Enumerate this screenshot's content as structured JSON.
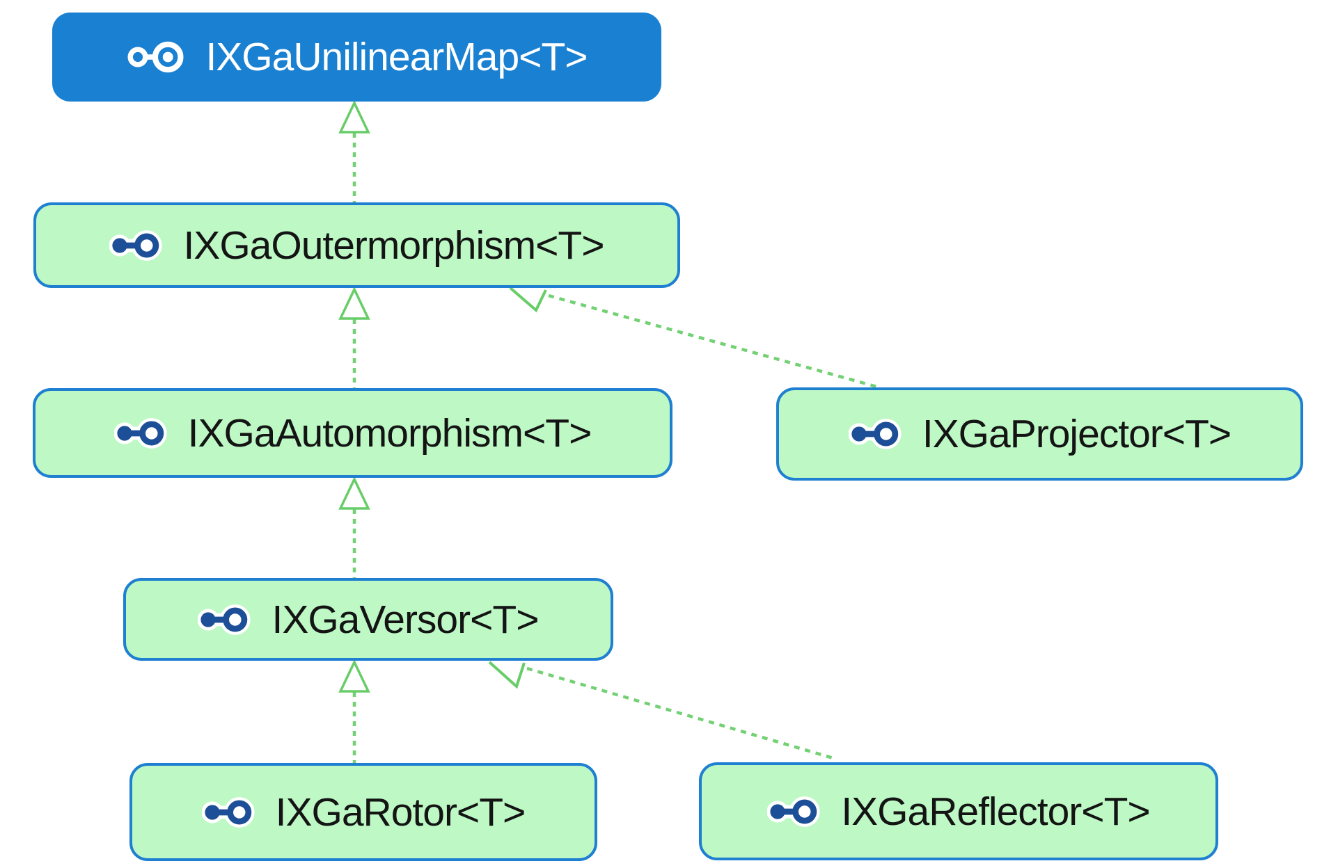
{
  "diagram": {
    "type": "uml-interface-inheritance",
    "nodes": {
      "unilinear": {
        "label": "IXGaUnilinearMap<T>",
        "kind": "interface",
        "style": "root-blue",
        "icon": "interface-lollipop-icon"
      },
      "outermorphism": {
        "label": "IXGaOutermorphism<T>",
        "kind": "interface",
        "style": "green",
        "icon": "interface-lollipop-icon"
      },
      "automorphism": {
        "label": "IXGaAutomorphism<T>",
        "kind": "interface",
        "style": "green",
        "icon": "interface-lollipop-icon"
      },
      "projector": {
        "label": "IXGaProjector<T>",
        "kind": "interface",
        "style": "green",
        "icon": "interface-lollipop-icon"
      },
      "versor": {
        "label": "IXGaVersor<T>",
        "kind": "interface",
        "style": "green",
        "icon": "interface-lollipop-icon"
      },
      "rotor": {
        "label": "IXGaRotor<T>",
        "kind": "interface",
        "style": "green",
        "icon": "interface-lollipop-icon"
      },
      "reflector": {
        "label": "IXGaReflector<T>",
        "kind": "interface",
        "style": "green",
        "icon": "interface-lollipop-icon"
      }
    },
    "edges": [
      {
        "from": "IXGaOutermorphism<T>",
        "to": "IXGaUnilinearMap<T>",
        "relation": "inherits",
        "line": "green-dashed",
        "arrowhead": "hollow-triangle"
      },
      {
        "from": "IXGaAutomorphism<T>",
        "to": "IXGaOutermorphism<T>",
        "relation": "inherits",
        "line": "green-dashed",
        "arrowhead": "hollow-triangle"
      },
      {
        "from": "IXGaProjector<T>",
        "to": "IXGaOutermorphism<T>",
        "relation": "inherits",
        "line": "green-dashed",
        "arrowhead": "open-v"
      },
      {
        "from": "IXGaVersor<T>",
        "to": "IXGaAutomorphism<T>",
        "relation": "inherits",
        "line": "green-dashed",
        "arrowhead": "hollow-triangle"
      },
      {
        "from": "IXGaRotor<T>",
        "to": "IXGaVersor<T>",
        "relation": "inherits",
        "line": "green-dashed",
        "arrowhead": "hollow-triangle"
      },
      {
        "from": "IXGaReflector<T>",
        "to": "IXGaVersor<T>",
        "relation": "inherits",
        "line": "green-dashed",
        "arrowhead": "open-v"
      }
    ],
    "colors": {
      "root_node_fill": "#1a80d1",
      "root_node_text": "#ffffff",
      "node_fill": "#bdf8c5",
      "node_border": "#1f7fd1",
      "node_text": "#141414",
      "connector_green": "#74d074",
      "icon_navy": "#1c4f97",
      "icon_halo": "#ffffff",
      "background": "#ffffff"
    }
  }
}
